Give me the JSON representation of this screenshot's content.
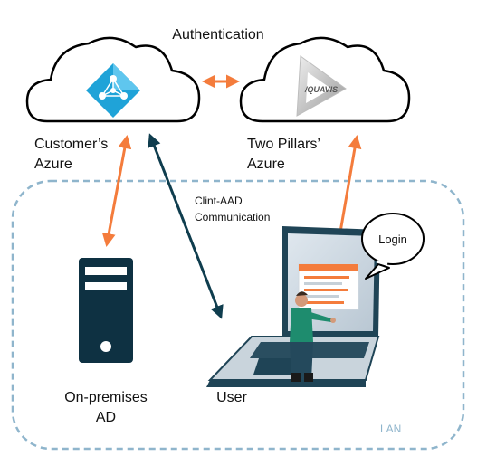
{
  "title": "Authentication",
  "nodes": {
    "customer_azure": {
      "line1": "Customer’s",
      "line2": "Azure"
    },
    "two_pillars_azure": {
      "line1": "Two Pillars’",
      "line2": "Azure"
    },
    "on_prem_ad": {
      "line1": "On-premises",
      "line2": "AD"
    },
    "user": {
      "label": "User"
    },
    "login_bubble": {
      "label": "Login"
    }
  },
  "edges": {
    "clint_aad": {
      "line1": "Clint-AAD",
      "line2": "Communication"
    }
  },
  "logos": {
    "quavis": "/QUAVIS"
  },
  "zone": {
    "label": "LAN"
  },
  "colors": {
    "orange_arrow": "#F47C3C",
    "dark_arrow": "#0F3D4E",
    "lan_border": "#8FB5CC",
    "lan_label": "#8FB5CC",
    "azure_ad_blue": "#1FA3D8",
    "server_dark": "#0E3142",
    "laptop_dark": "#1F4456"
  },
  "icons": {
    "azure_ad": "azure-ad-diamond-icon",
    "quavis": "quavis-triangle-logo",
    "server": "server-tower-icon",
    "laptop_user": "laptop-user-illustration",
    "cloud": "cloud-icon"
  }
}
